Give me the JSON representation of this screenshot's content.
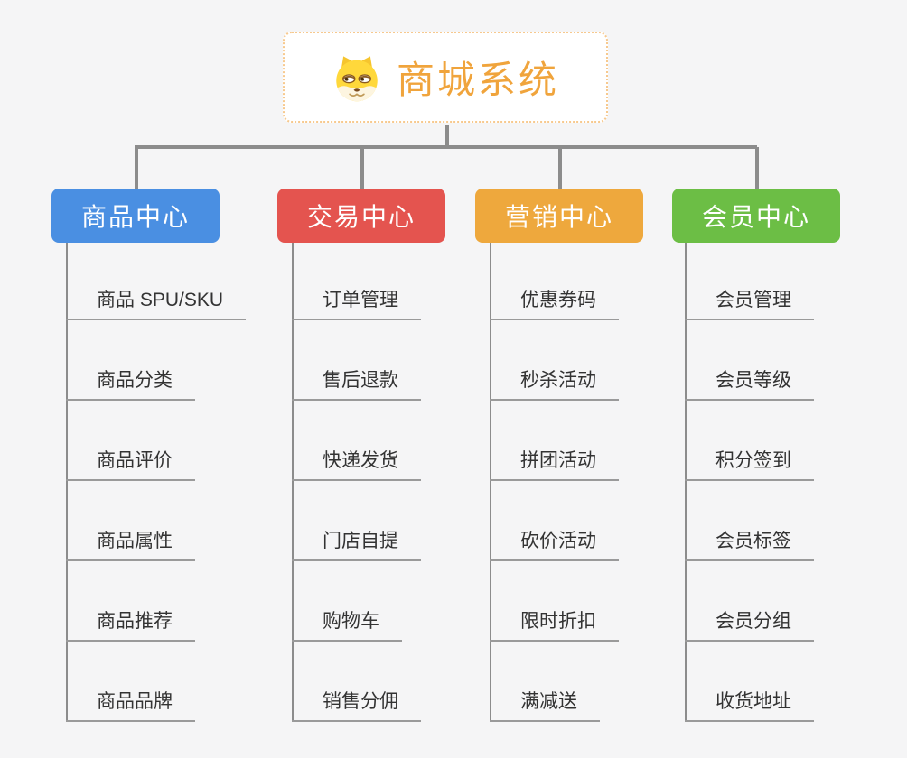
{
  "root": {
    "title": "商城系统",
    "title_color": "#f0a43c",
    "border_color": "#f7c98e",
    "icon": "dog-face-icon"
  },
  "connector_color": "#8c8c8c",
  "branches": [
    {
      "label": "商品中心",
      "color": "#4a8fe2",
      "items": [
        "商品 SPU/SKU",
        "商品分类",
        "商品评价",
        "商品属性",
        "商品推荐",
        "商品品牌"
      ]
    },
    {
      "label": "交易中心",
      "color": "#e4544f",
      "items": [
        "订单管理",
        "售后退款",
        "快递发货",
        "门店自提",
        "购物车",
        "销售分佣"
      ]
    },
    {
      "label": "营销中心",
      "color": "#eea83d",
      "items": [
        "优惠券码",
        "秒杀活动",
        "拼团活动",
        "砍价活动",
        "限时折扣",
        "满减送"
      ]
    },
    {
      "label": "会员中心",
      "color": "#6cbe45",
      "items": [
        "会员管理",
        "会员等级",
        "积分签到",
        "会员标签",
        "会员分组",
        "收货地址"
      ]
    }
  ]
}
